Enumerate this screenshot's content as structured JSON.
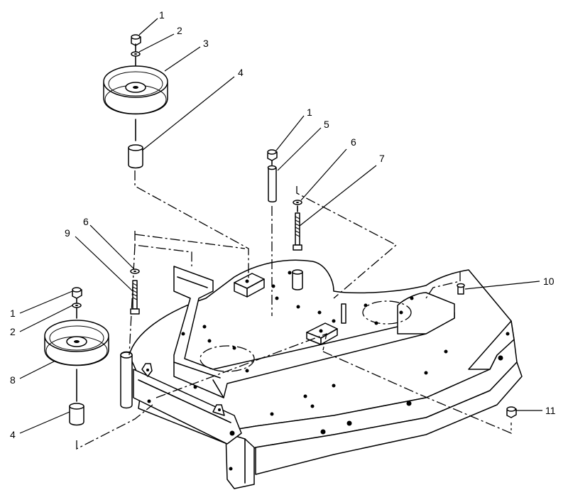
{
  "callouts": [
    {
      "id": "c1a",
      "text": "1"
    },
    {
      "id": "c2a",
      "text": "2"
    },
    {
      "id": "c3",
      "text": "3"
    },
    {
      "id": "c4a",
      "text": "4"
    },
    {
      "id": "c1b",
      "text": "1"
    },
    {
      "id": "c5",
      "text": "5"
    },
    {
      "id": "c6a",
      "text": "6"
    },
    {
      "id": "c7",
      "text": "7"
    },
    {
      "id": "c6b",
      "text": "6"
    },
    {
      "id": "c9",
      "text": "9"
    },
    {
      "id": "c10",
      "text": "10"
    },
    {
      "id": "c1c",
      "text": "1"
    },
    {
      "id": "c2b",
      "text": "2"
    },
    {
      "id": "c8",
      "text": "8"
    },
    {
      "id": "c4b",
      "text": "4"
    },
    {
      "id": "c11",
      "text": "11"
    }
  ]
}
